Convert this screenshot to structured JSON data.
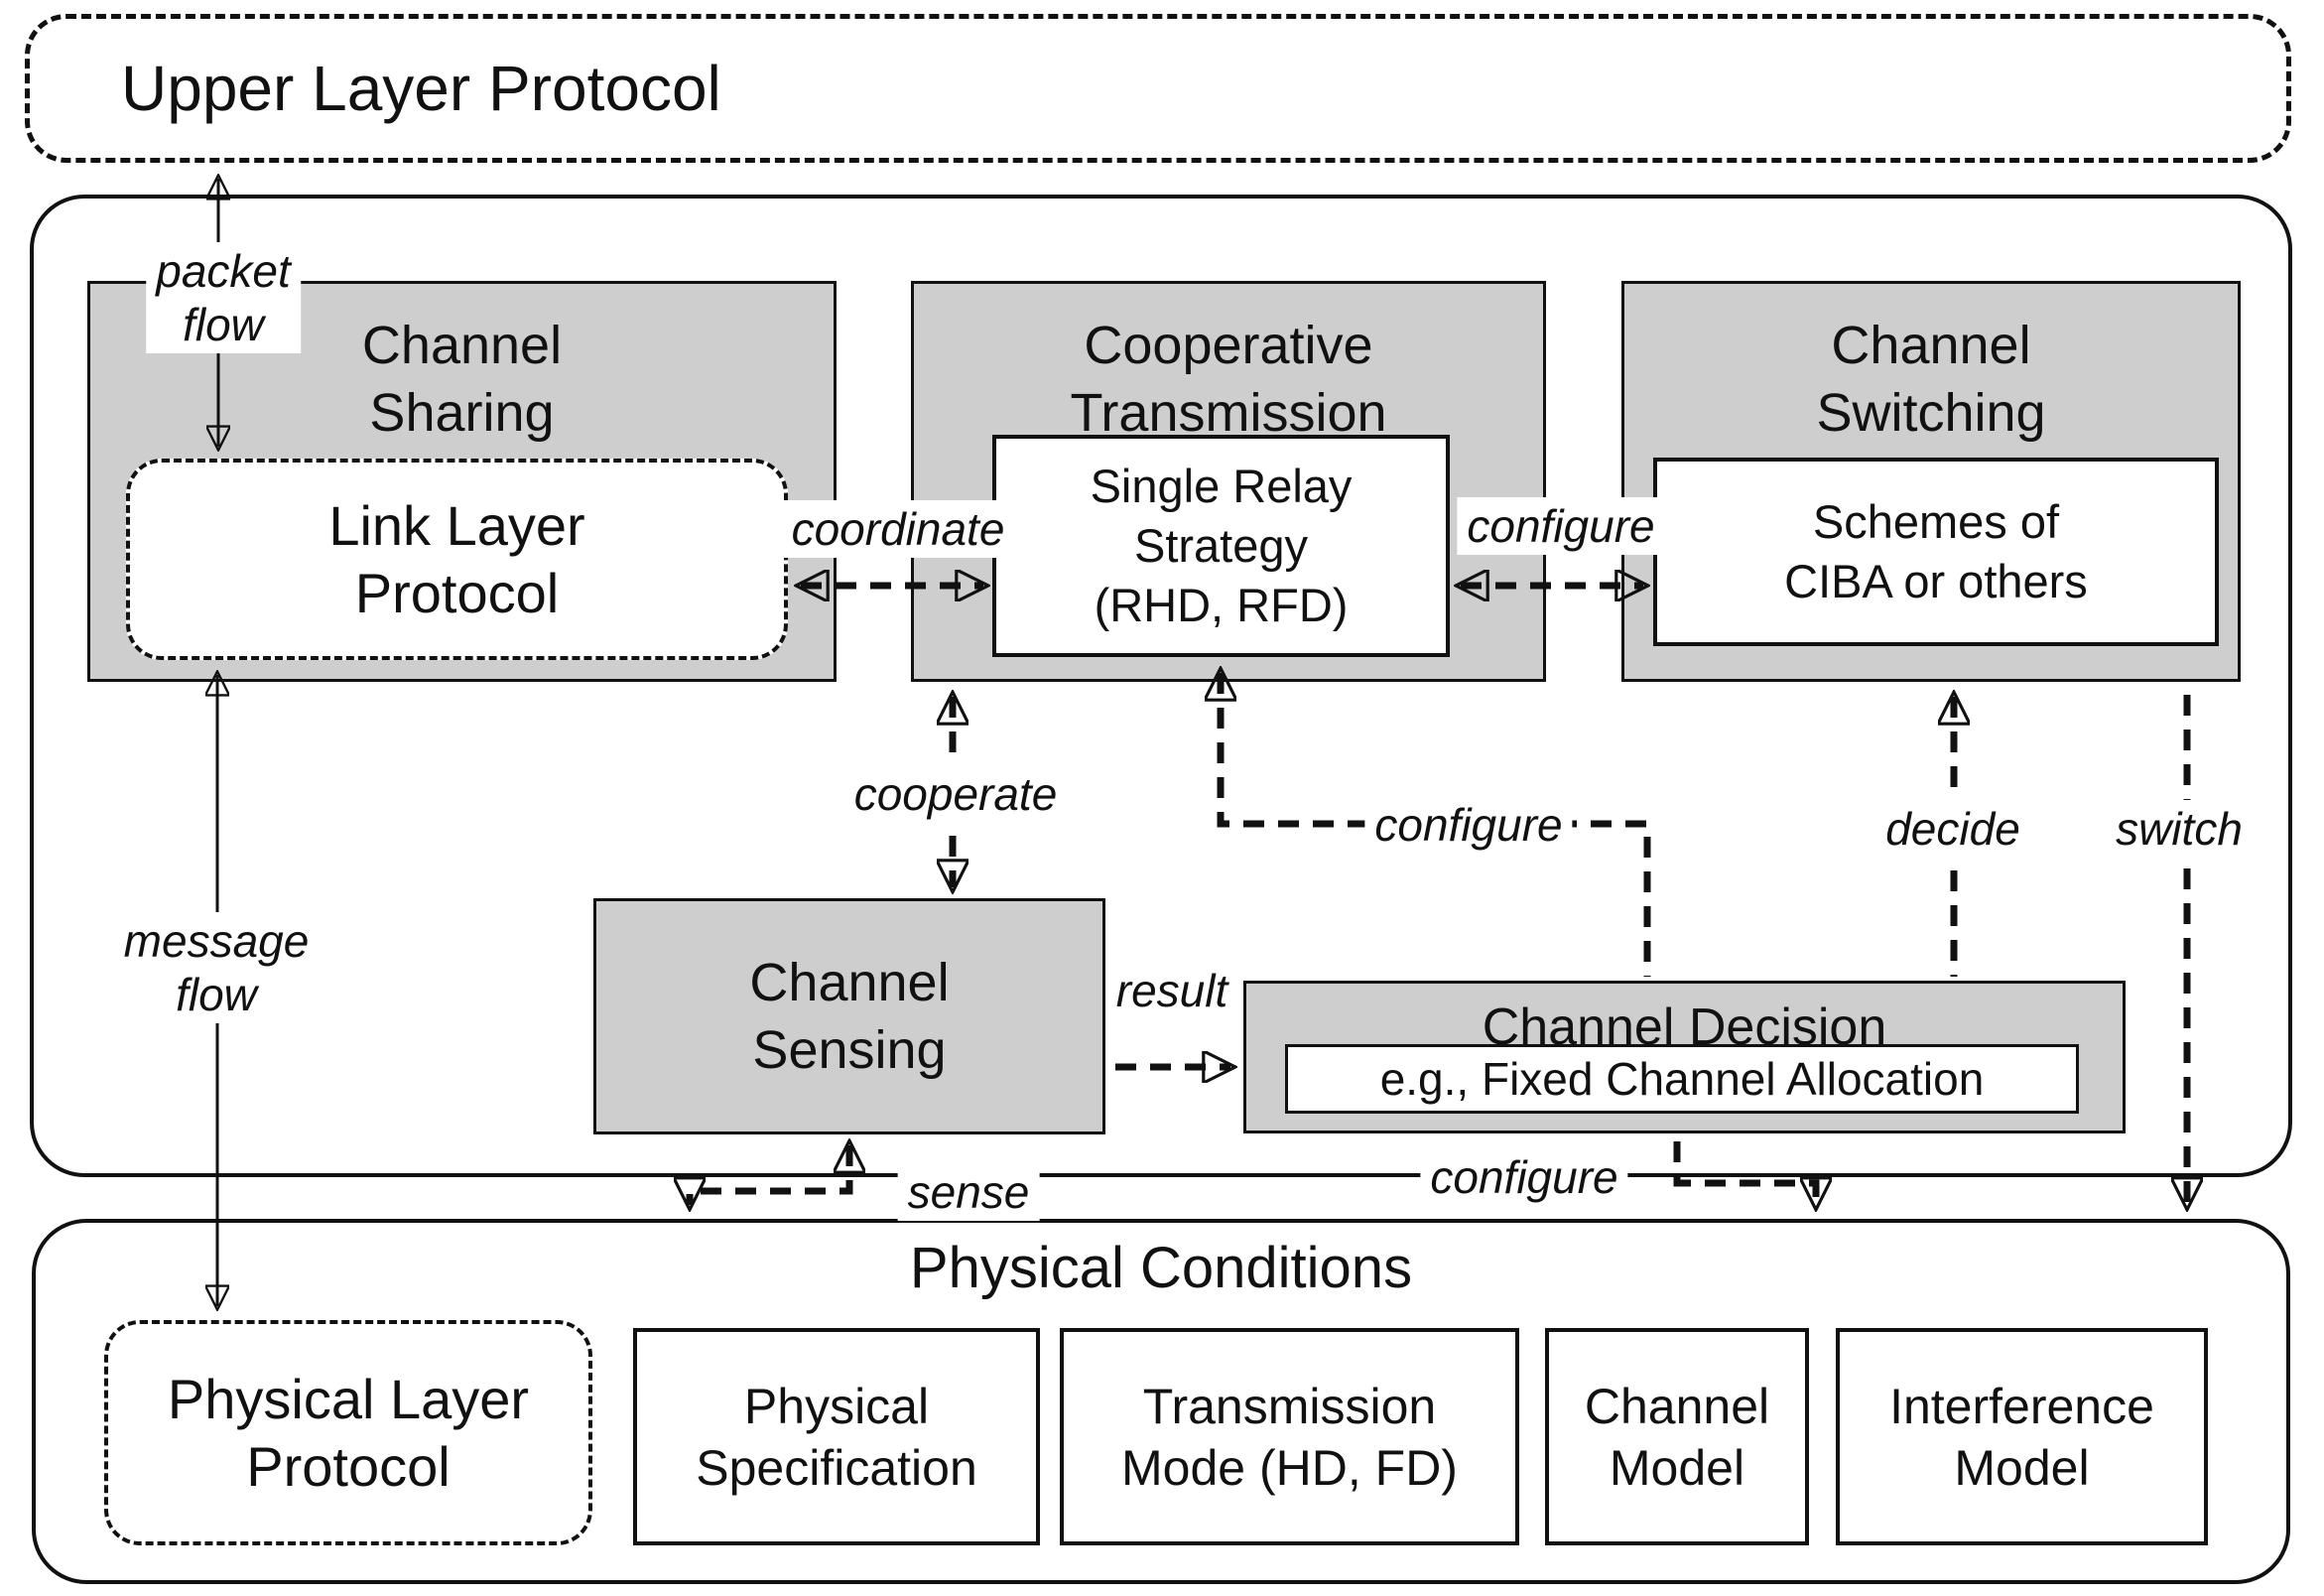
{
  "diagram": {
    "upper_layer": {
      "label": "Upper Layer Protocol"
    },
    "mac_modules": {
      "channel_sharing": {
        "title": "Channel\nSharing",
        "inner": "Link Layer\nProtocol"
      },
      "cooperative_transmission": {
        "title": "Cooperative\nTransmission",
        "inner": "Single Relay\nStrategy\n(RHD, RFD)"
      },
      "channel_switching": {
        "title": "Channel\nSwitching",
        "inner": "Schemes of\nCIBA or others"
      },
      "channel_sensing": {
        "title": "Channel\nSensing"
      },
      "channel_decision": {
        "title": "Channel Decision",
        "inner": "e.g., Fixed Channel Allocation"
      }
    },
    "physical": {
      "title": "Physical Conditions",
      "physical_layer_protocol": "Physical Layer\nProtocol",
      "boxes": [
        "Physical\nSpecification",
        "Transmission\nMode (HD, FD)",
        "Channel\nModel",
        "Interference\nModel"
      ]
    },
    "edge_labels": {
      "packet_flow": "packet\nflow",
      "message_flow": "message\nflow",
      "coordinate": "coordinate",
      "configure_top": "configure",
      "cooperate": "cooperate",
      "configure_mid": "configure",
      "decide": "decide",
      "switch": "switch",
      "result": "result",
      "sense": "sense",
      "configure_bottom": "configure"
    },
    "colors": {
      "module_fill": "#cecece",
      "line": "#111111",
      "background": "#ffffff"
    }
  }
}
